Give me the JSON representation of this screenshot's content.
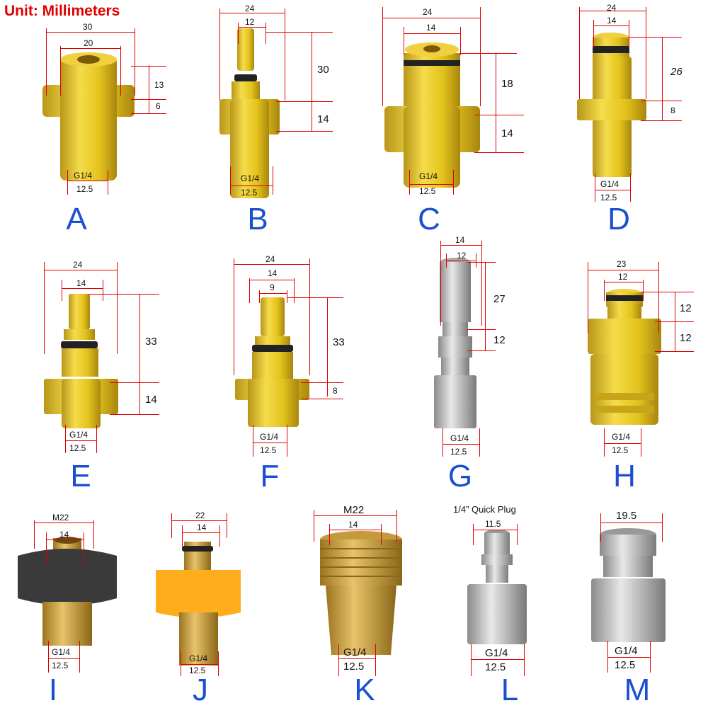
{
  "unit_label": "Unit: Millimeters",
  "colors": {
    "dimension_line": "#e00000",
    "letter": "#1a4fd0",
    "gold": "#e3c21c",
    "steel": "#b8b8b8",
    "brass": "#d4a843",
    "black_nut": "#333333",
    "orange_nut": "#ffad1a"
  },
  "parts": {
    "A": {
      "letter": "A",
      "d1": "30",
      "d2": "20",
      "h1": "13",
      "h2": "6",
      "thread": "G1/4",
      "bore": "12.5"
    },
    "B": {
      "letter": "B",
      "d1": "24",
      "d2": "12",
      "h1": "30",
      "h2": "14",
      "thread": "G1/4",
      "bore": "12.5"
    },
    "C": {
      "letter": "C",
      "d1": "24",
      "d2": "14",
      "h1": "18",
      "h2": "14",
      "thread": "G1/4",
      "bore": "12.5"
    },
    "D": {
      "letter": "D",
      "d1": "24",
      "d2": "14",
      "h1": "26",
      "h2": "8",
      "thread": "G1/4",
      "bore": "12.5"
    },
    "E": {
      "letter": "E",
      "d1": "24",
      "d2": "14",
      "h1": "33",
      "h2": "14",
      "thread": "G1/4",
      "bore": "12.5"
    },
    "F": {
      "letter": "F",
      "d1": "24",
      "d2": "14",
      "d3": "9",
      "h1": "33",
      "h2": "8",
      "thread": "G1/4",
      "bore": "12.5"
    },
    "G": {
      "letter": "G",
      "d1": "14",
      "d2": "12",
      "h1": "27",
      "h2": "12",
      "thread": "G1/4",
      "bore": "12.5"
    },
    "H": {
      "letter": "H",
      "d1": "23",
      "d2": "12",
      "h1": "12",
      "h2": "12",
      "thread": "G1/4",
      "bore": "12.5"
    },
    "I": {
      "letter": "I",
      "d1": "M22",
      "d2": "14",
      "thread": "G1/4",
      "bore": "12.5"
    },
    "J": {
      "letter": "J",
      "d1": "22",
      "d2": "14",
      "thread": "G1/4",
      "bore": "12.5"
    },
    "K": {
      "letter": "K",
      "d1": "M22",
      "d2": "14",
      "thread": "G1/4",
      "bore": "12.5"
    },
    "L": {
      "letter": "L",
      "title": "1/4” Quick Plug",
      "d1": "11.5",
      "thread": "G1/4",
      "bore": "12.5"
    },
    "M": {
      "letter": "M",
      "d1": "19.5",
      "thread": "G1/4",
      "bore": "12.5"
    }
  }
}
